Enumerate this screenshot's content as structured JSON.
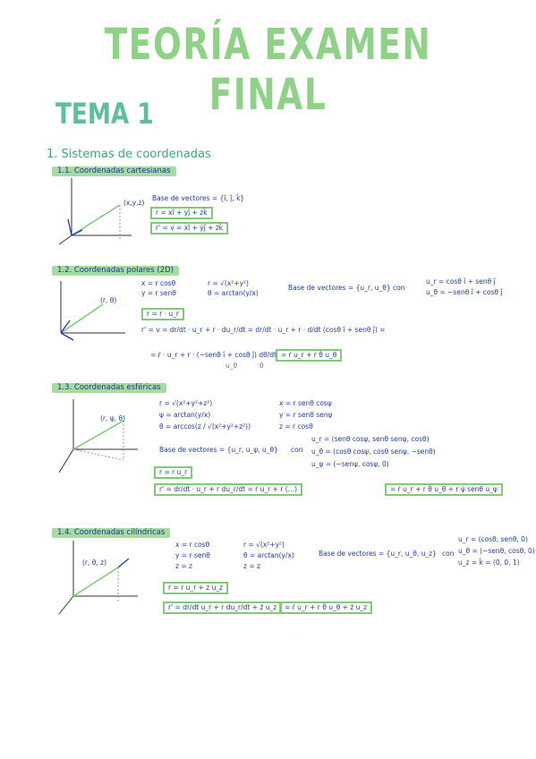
{
  "title": "TEORÍA EXAMEN FINAL",
  "tema": "TEMA 1",
  "section1": "1. Sistemas de coordenadas",
  "sub1": {
    "heading": "1.1. Coordenadas cartesianas",
    "point_label": "(x,y,z)",
    "base": "Base de vectores = {î, ĵ, k̂}",
    "r": "r = xî + yĵ + zk̂",
    "v": "r' = v = ẋî + ẏĵ + żk̂"
  },
  "sub2": {
    "heading": "1.2. Coordenadas polares (2D)",
    "point_label": "(r, θ)",
    "sys1": "x = r cosθ",
    "sys2": "y = r senθ",
    "inv1": "r = √(x²+y²)",
    "inv2": "θ = arctan(y/x)",
    "base": "Base de vectores = {u_r, u_θ} con",
    "ur": "u_r = cosθ î + senθ ĵ",
    "ut": "u_θ = −senθ î + cosθ ĵ",
    "r": "r = r · u_r",
    "v": "r' = v = dr/dt · u_r + r · du_r/dt = dr/dt · u_r + r · d/dt (cosθ î + senθ ĵ) =",
    "v2": "= ṙ · u_r + r · (−senθ î + cosθ ĵ) dθ/dt",
    "v2_result": "= ṙ u_r + r θ̇ u_θ",
    "underbrace": "u_θ",
    "underbrace2": "θ̇"
  },
  "sub3": {
    "heading": "1.3. Coordenadas esféricas",
    "point_label": "(r, ψ, θ)",
    "sys1": "r = √(x²+y²+z²)",
    "sys2": "ψ = arctan(y/x)",
    "sys3": "θ = arccos(z / √(x²+y²+z²))",
    "inv1": "x = r senθ cosψ",
    "inv2": "y = r senθ senψ",
    "inv3": "z = r cosθ",
    "base": "Base de vectores = {u_r, u_ψ, u_θ}",
    "con": "con",
    "ur": "u_r = (senθ cosψ, senθ senψ, cosθ)",
    "ut": "u_θ = (cosθ cosψ, cosθ senψ, −senθ)",
    "up": "u_ψ = (−senψ, cosψ, 0)",
    "r": "r = r u_r",
    "v": "r' = dr/dt · u_r + r du_r/dt = ṙ u_r + r (…)",
    "v_result": "= ṙ u_r + r θ̇ u_θ + r ψ̇ senθ u_ψ"
  },
  "sub4": {
    "heading": "1.4. Coordenadas cilíndricas",
    "point_label": "(r, θ, z)",
    "sys1": "x = r cosθ",
    "sys2": "y = r senθ",
    "sys3": "z = z",
    "inv1": "r = √(x²+y²)",
    "inv2": "θ = arctan(y/x)",
    "inv3": "z = z",
    "base": "Base de vectores = {u_r, u_θ, u_z}",
    "con": "con",
    "ur": "u_r = (cosθ, senθ, 0)",
    "ut": "u_θ = (−senθ, cosθ, 0)",
    "uz": "u_z = k̂ = (0, 0, 1)",
    "r": "r = r u_r + z u_z",
    "v": "r' = dr/dt u_r + r du_r/dt + ż u_z",
    "v_result": "= ṙ u_r + r θ̇ u_θ + ż u_z"
  }
}
